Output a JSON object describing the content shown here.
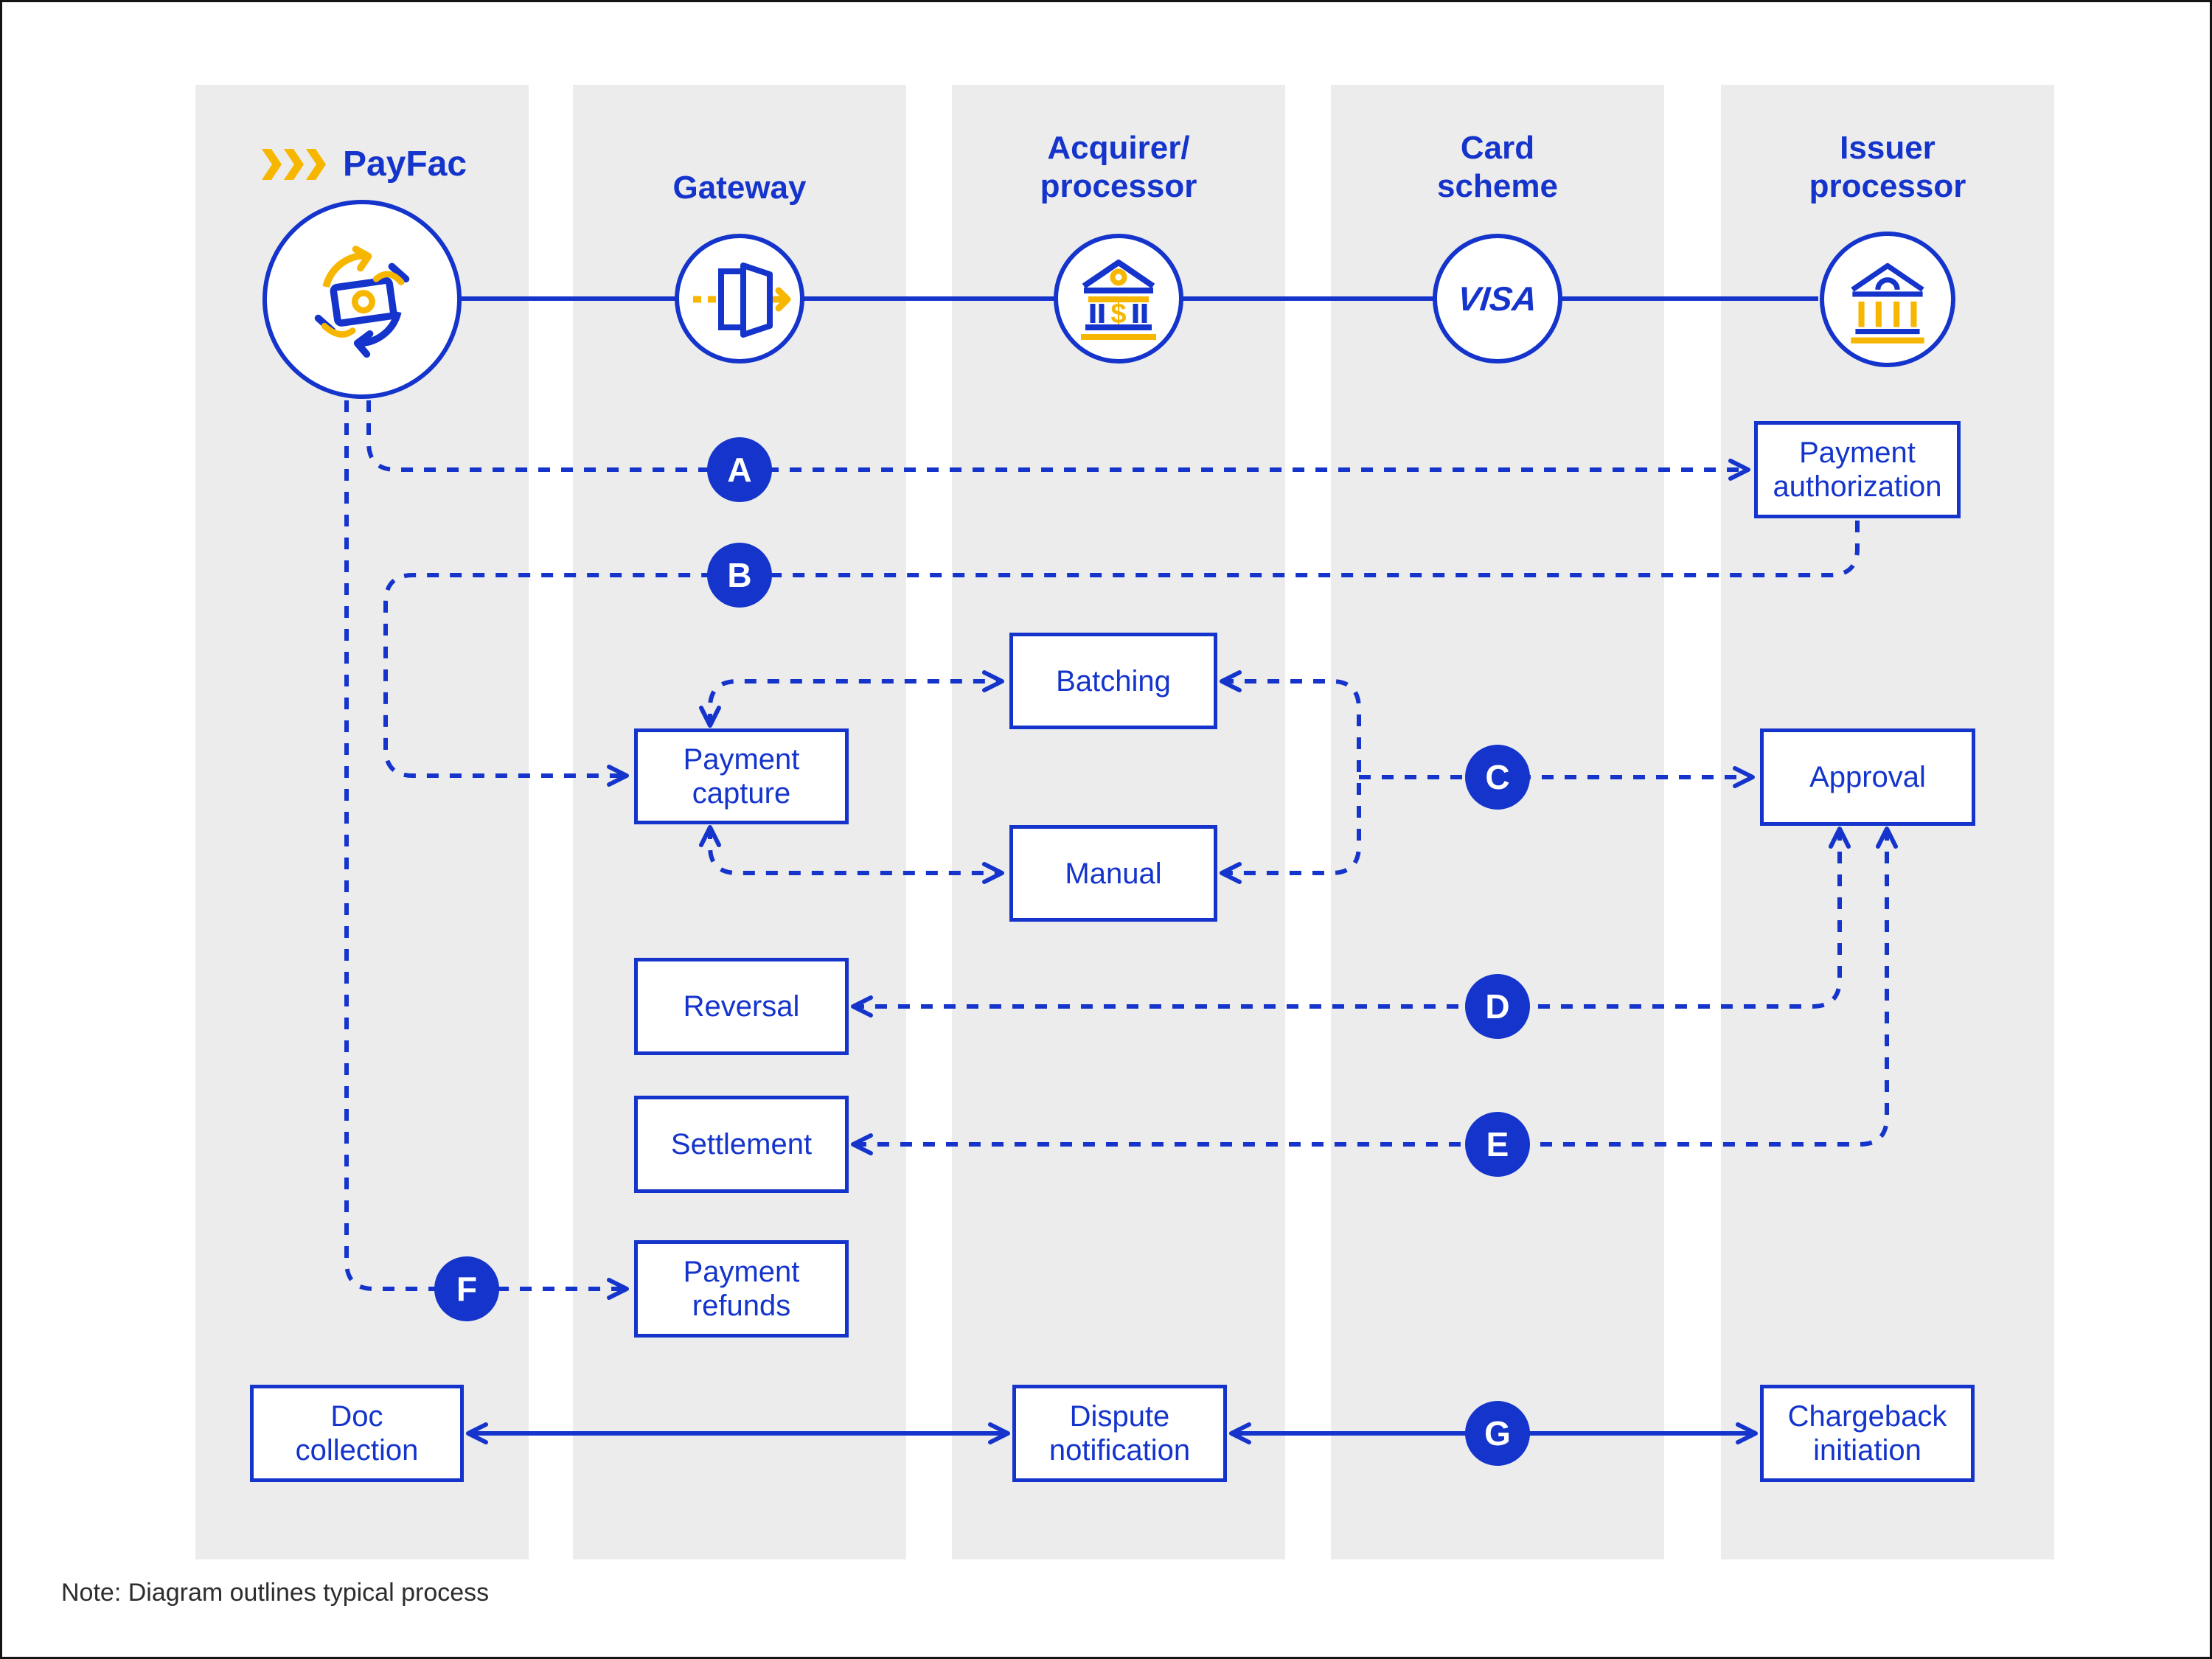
{
  "colors": {
    "accent_blue": "#1434CB",
    "badge_blue": "#1434CB",
    "accent_yellow": "#F7B600",
    "band_gray": "#ECECEC",
    "text_dark": "#2D2D2D"
  },
  "columns": {
    "payfac": {
      "title": "PayFac"
    },
    "gateway": {
      "title": "Gateway"
    },
    "acquirer": {
      "title": "Acquirer/\nprocessor"
    },
    "card_scheme": {
      "title": "Card\nscheme",
      "visa": "VISA"
    },
    "issuer": {
      "title": "Issuer\nprocessor"
    }
  },
  "icons": {
    "dollar": "$"
  },
  "boxes": {
    "payment_authorization": {
      "label": "Payment\nauthorization"
    },
    "payment_capture": {
      "label": "Payment\ncapture"
    },
    "batching": {
      "label": "Batching"
    },
    "manual": {
      "label": "Manual"
    },
    "approval": {
      "label": "Approval"
    },
    "reversal": {
      "label": "Reversal"
    },
    "settlement": {
      "label": "Settlement"
    },
    "payment_refunds": {
      "label": "Payment\nrefunds"
    },
    "doc_collection": {
      "label": "Doc\ncollection"
    },
    "dispute_notification": {
      "label": "Dispute\nnotification"
    },
    "chargeback_initiation": {
      "label": "Chargeback\ninitiation"
    }
  },
  "badges": {
    "a": "A",
    "b": "B",
    "c": "C",
    "d": "D",
    "e": "E",
    "f": "F",
    "g": "G"
  },
  "note": {
    "text": "Note: Diagram outlines typical process"
  }
}
